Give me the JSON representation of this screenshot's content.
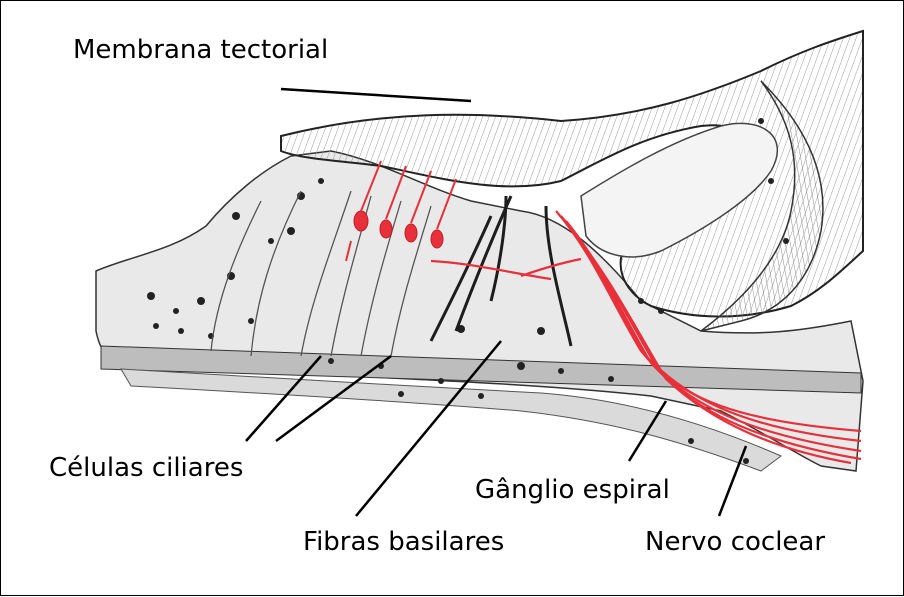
{
  "labels": {
    "membrana_tectorial": "Membrana tectorial",
    "celulas_ciliares": "Células ciliares",
    "fibras_basilares": "Fibras basilares",
    "ganglio_espiral": "Gânglio espiral",
    "nervo_coclear": "Nervo coclear"
  },
  "colors": {
    "ink": "#222222",
    "nerve_red": "#e8303a",
    "tissue_gray": "#c8c8c8"
  }
}
